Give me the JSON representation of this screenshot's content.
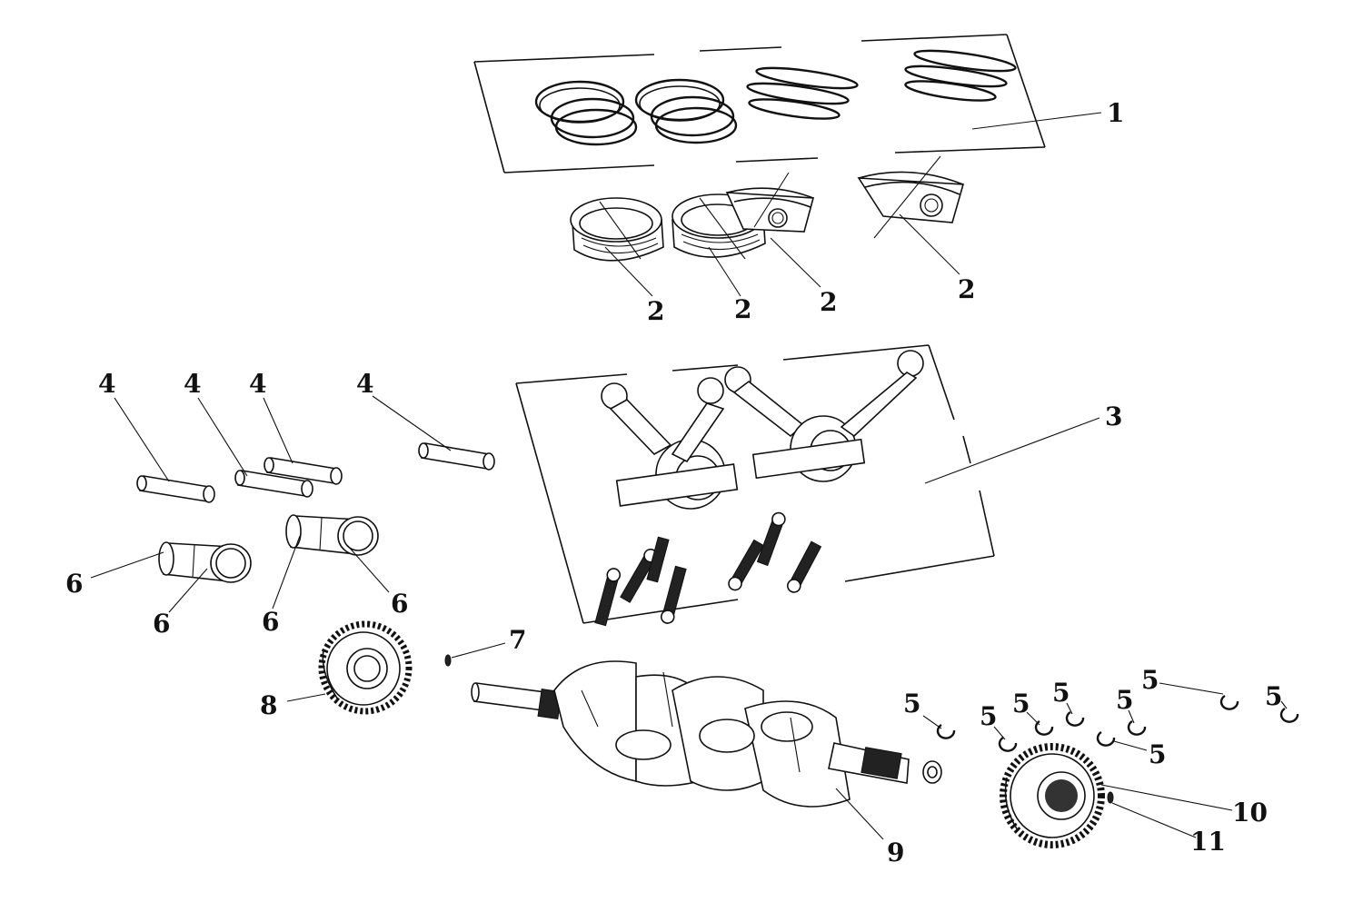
{
  "diagram": {
    "callouts": [
      {
        "id": "c1",
        "label": "1"
      },
      {
        "id": "c2a",
        "label": "2"
      },
      {
        "id": "c2b",
        "label": "2"
      },
      {
        "id": "c2c",
        "label": "2"
      },
      {
        "id": "c2d",
        "label": "2"
      },
      {
        "id": "c3",
        "label": "3"
      },
      {
        "id": "c4a",
        "label": "4"
      },
      {
        "id": "c4b",
        "label": "4"
      },
      {
        "id": "c4c",
        "label": "4"
      },
      {
        "id": "c4d",
        "label": "4"
      },
      {
        "id": "c5a",
        "label": "5"
      },
      {
        "id": "c5b",
        "label": "5"
      },
      {
        "id": "c5c",
        "label": "5"
      },
      {
        "id": "c5d",
        "label": "5"
      },
      {
        "id": "c5e",
        "label": "5"
      },
      {
        "id": "c5f",
        "label": "5"
      },
      {
        "id": "c5g",
        "label": "5"
      },
      {
        "id": "c5h",
        "label": "5"
      },
      {
        "id": "c6a",
        "label": "6"
      },
      {
        "id": "c6b",
        "label": "6"
      },
      {
        "id": "c6c",
        "label": "6"
      },
      {
        "id": "c6d",
        "label": "6"
      },
      {
        "id": "c7",
        "label": "7"
      },
      {
        "id": "c8",
        "label": "8"
      },
      {
        "id": "c9",
        "label": "9"
      },
      {
        "id": "c10",
        "label": "10"
      },
      {
        "id": "c11",
        "label": "11"
      }
    ]
  }
}
